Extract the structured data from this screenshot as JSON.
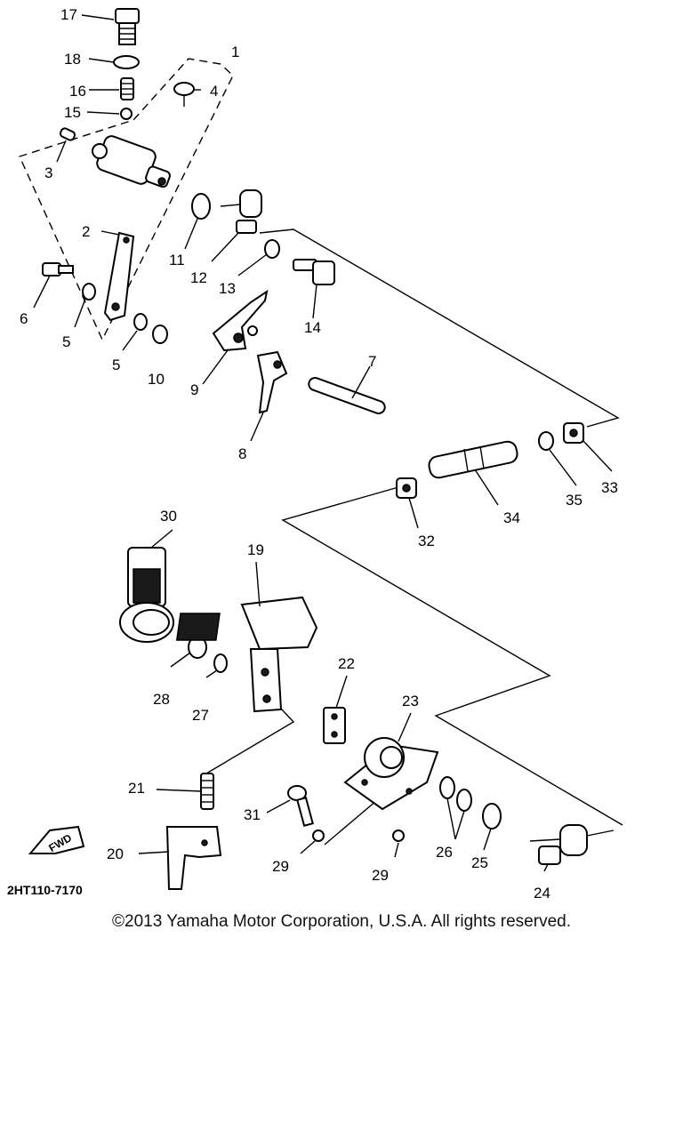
{
  "diagram": {
    "callouts": [
      "1",
      "2",
      "3",
      "4",
      "5",
      "5",
      "6",
      "7",
      "8",
      "9",
      "10",
      "11",
      "12",
      "13",
      "14",
      "15",
      "16",
      "17",
      "18",
      "19",
      "20",
      "21",
      "22",
      "23",
      "24",
      "25",
      "26",
      "27",
      "28",
      "29",
      "29",
      "30",
      "31",
      "32",
      "33",
      "34",
      "35"
    ],
    "drawing_code": "2HT110-7170",
    "fwd_label": "FWD",
    "copyright": "©2013 Yamaha Motor Corporation, U.S.A. All rights reserved."
  }
}
